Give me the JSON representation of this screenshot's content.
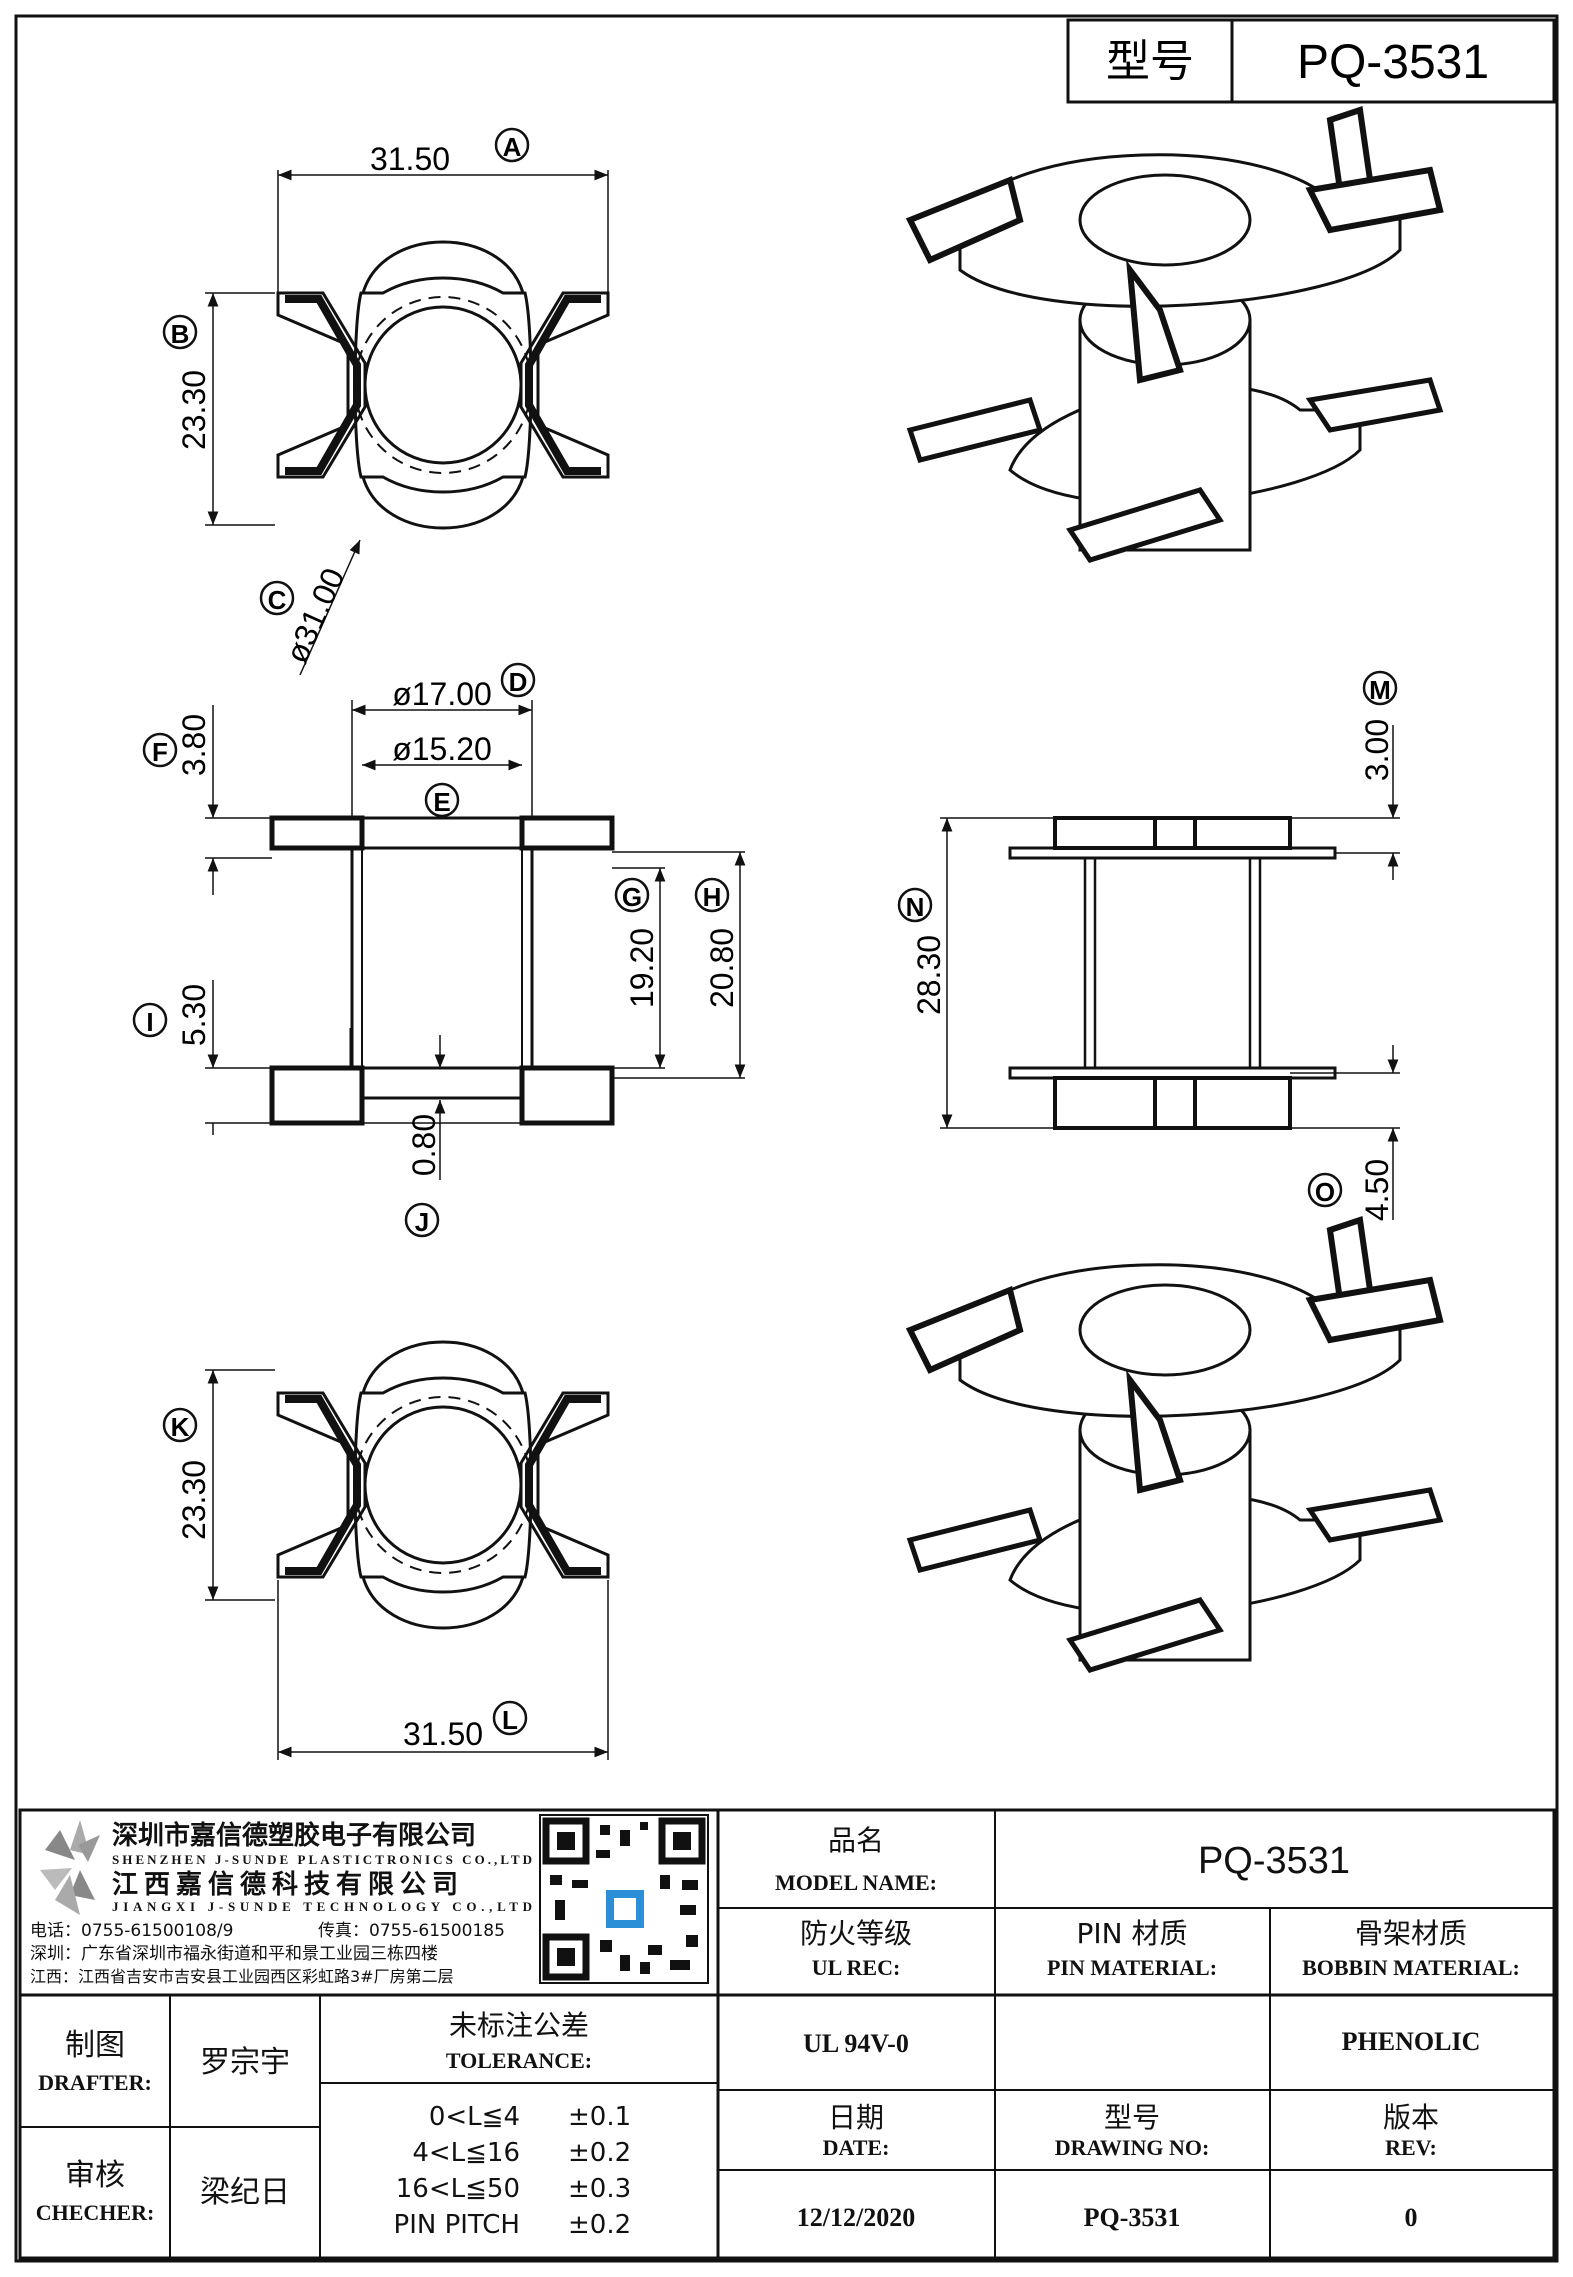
{
  "header": {
    "model_label": "型号",
    "model_value": "PQ-3531"
  },
  "dimensions": {
    "A": {
      "letter": "A",
      "value": "31.50"
    },
    "B": {
      "letter": "B",
      "value": "23.30"
    },
    "C": {
      "letter": "C",
      "value": "ø31.00"
    },
    "D": {
      "letter": "D",
      "value": "ø17.00"
    },
    "E": {
      "letter": "E",
      "value": "ø15.20"
    },
    "F": {
      "letter": "F",
      "value": "3.80"
    },
    "G": {
      "letter": "G",
      "value": "19.20"
    },
    "H": {
      "letter": "H",
      "value": "20.80"
    },
    "I": {
      "letter": "I",
      "value": "5.30"
    },
    "J": {
      "letter": "J",
      "value": "0.80"
    },
    "K": {
      "letter": "K",
      "value": "23.30"
    },
    "L": {
      "letter": "L",
      "value": "31.50"
    },
    "M": {
      "letter": "M",
      "value": "3.00"
    },
    "N": {
      "letter": "N",
      "value": "28.30"
    },
    "O": {
      "letter": "O",
      "value": "4.50"
    }
  },
  "company": {
    "name_sz": "深圳市嘉信德塑胶电子有限公司",
    "name_sz_en": "SHENZHEN J-SUNDE PLASTICTRONICS CO.,LTD",
    "name_jx": "江西嘉信德科技有限公司",
    "name_jx_en": "JIANGXI J-SUNDE TECHNOLOGY CO.,LTD",
    "tel": "电话：0755-61500108/9",
    "fax": "传真：0755-61500185",
    "addr_sz": "深圳：广东省深圳市福永街道和平和景工业园三栋四楼",
    "addr_jx": "江西：江西省吉安市吉安县工业园西区彩虹路3#厂房第二层"
  },
  "title_block": {
    "model_name_cn": "品名",
    "model_name_en": "MODEL NAME:",
    "model_name_value": "PQ-3531",
    "ul_cn": "防火等级",
    "ul_en": "UL REC:",
    "ul_value": "UL 94V-0",
    "pin_cn": "PIN 材质",
    "pin_en": "PIN MATERIAL:",
    "pin_value": "",
    "bobbin_cn": "骨架材质",
    "bobbin_en": "BOBBIN MATERIAL:",
    "bobbin_value": "PHENOLIC",
    "drafter_cn": "制图",
    "drafter_en": "DRAFTER:",
    "drafter_name": "罗宗宇",
    "checker_cn": "审核",
    "checker_en": "CHECHER:",
    "checker_name": "梁纪日",
    "tolerance_cn": "未标注公差",
    "tolerance_en": "TOLERANCE:",
    "tolerances": [
      {
        "range": "0<L≦4",
        "value": "±0.1"
      },
      {
        "range": "4<L≦16",
        "value": "±0.2"
      },
      {
        "range": "16<L≦50",
        "value": "±0.3"
      },
      {
        "range": "PIN PITCH",
        "value": "±0.2"
      }
    ],
    "date_cn": "日期",
    "date_en": "DATE:",
    "date_value": "12/12/2020",
    "drawing_cn": "型号",
    "drawing_en": "DRAWING NO:",
    "drawing_value": "PQ-3531",
    "rev_cn": "版本",
    "rev_en": "REV:",
    "rev_value": "0"
  }
}
